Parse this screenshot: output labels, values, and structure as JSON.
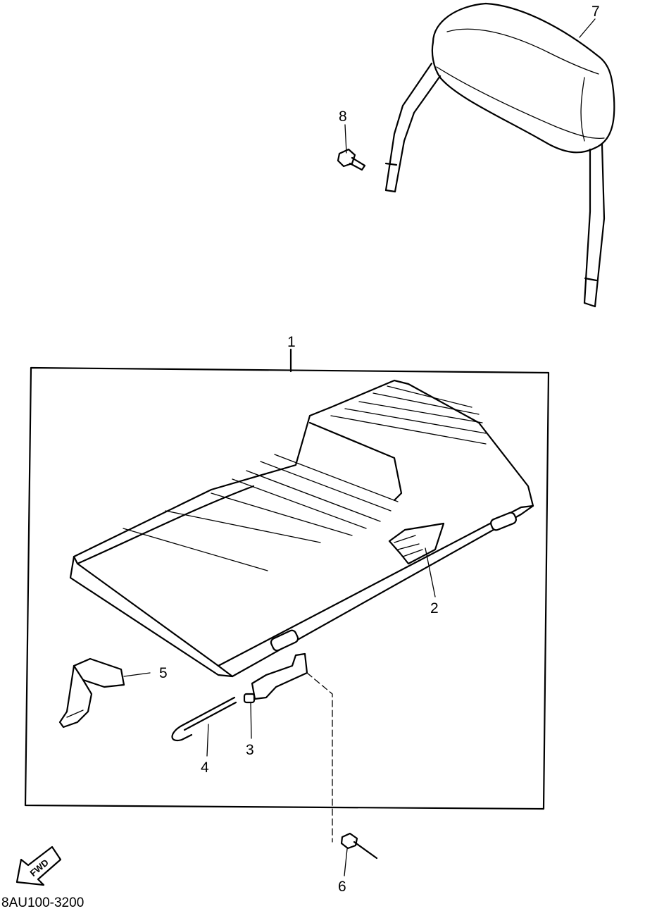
{
  "callouts": [
    {
      "id": "1",
      "label": "1"
    },
    {
      "id": "2",
      "label": "2"
    },
    {
      "id": "3",
      "label": "3"
    },
    {
      "id": "4",
      "label": "4"
    },
    {
      "id": "5",
      "label": "5"
    },
    {
      "id": "6",
      "label": "6"
    },
    {
      "id": "7",
      "label": "7"
    },
    {
      "id": "8",
      "label": "8"
    }
  ],
  "fwd_label": "FWD",
  "diagram_code": "8AU100-3200"
}
